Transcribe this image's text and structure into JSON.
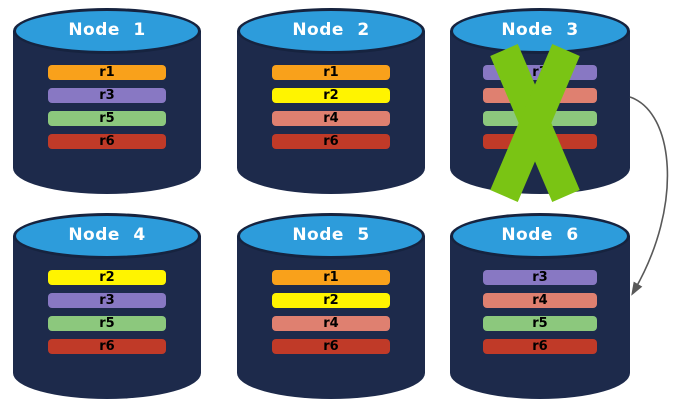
{
  "colors": {
    "background": "#FFFFFF",
    "cylinder_body": "#1D2A4B",
    "cylinder_top": "#2D9CDB",
    "cylinder_outline": "#16233F",
    "node_title_text": "#FFFFFF",
    "bar_label_text": "#000000",
    "failure_x": "#7AC414",
    "arrow": "#595959"
  },
  "nodes": [
    {
      "title": "Node 1",
      "failed": false,
      "bars": [
        {
          "label": "r1",
          "color": "#F9A11B"
        },
        {
          "label": "r3",
          "color": "#8878C3"
        },
        {
          "label": "r5",
          "color": "#8CC87D"
        },
        {
          "label": "r6",
          "color": "#C03A28"
        }
      ]
    },
    {
      "title": "Node 2",
      "failed": false,
      "bars": [
        {
          "label": "r1",
          "color": "#F9A11B"
        },
        {
          "label": "r2",
          "color": "#FFF400"
        },
        {
          "label": "r4",
          "color": "#DF8070"
        },
        {
          "label": "r6",
          "color": "#C03A28"
        }
      ]
    },
    {
      "title": "Node 3",
      "failed": true,
      "bars": [
        {
          "label": "r3",
          "color": "#8878C3"
        },
        {
          "label": "r4",
          "color": "#DF8070"
        },
        {
          "label": "r5",
          "color": "#8CC87D"
        },
        {
          "label": "r6",
          "color": "#C03A28"
        }
      ]
    },
    {
      "title": "Node 4",
      "failed": false,
      "bars": [
        {
          "label": "r2",
          "color": "#FFF400"
        },
        {
          "label": "r3",
          "color": "#8878C3"
        },
        {
          "label": "r5",
          "color": "#8CC87D"
        },
        {
          "label": "r6",
          "color": "#C03A28"
        }
      ]
    },
    {
      "title": "Node 5",
      "failed": false,
      "bars": [
        {
          "label": "r1",
          "color": "#F9A11B"
        },
        {
          "label": "r2",
          "color": "#FFF400"
        },
        {
          "label": "r4",
          "color": "#DF8070"
        },
        {
          "label": "r6",
          "color": "#C03A28"
        }
      ]
    },
    {
      "title": "Node 6",
      "failed": false,
      "bars": [
        {
          "label": "r3",
          "color": "#8878C3"
        },
        {
          "label": "r4",
          "color": "#DF8070"
        },
        {
          "label": "r5",
          "color": "#8CC87D"
        },
        {
          "label": "r6",
          "color": "#C03A28"
        }
      ]
    }
  ],
  "annotations": {
    "failure_x": {
      "node": "Node 3",
      "color": "#7AC414"
    },
    "arrow": {
      "from": "Node 3",
      "to": "Node 6",
      "color": "#595959"
    }
  }
}
